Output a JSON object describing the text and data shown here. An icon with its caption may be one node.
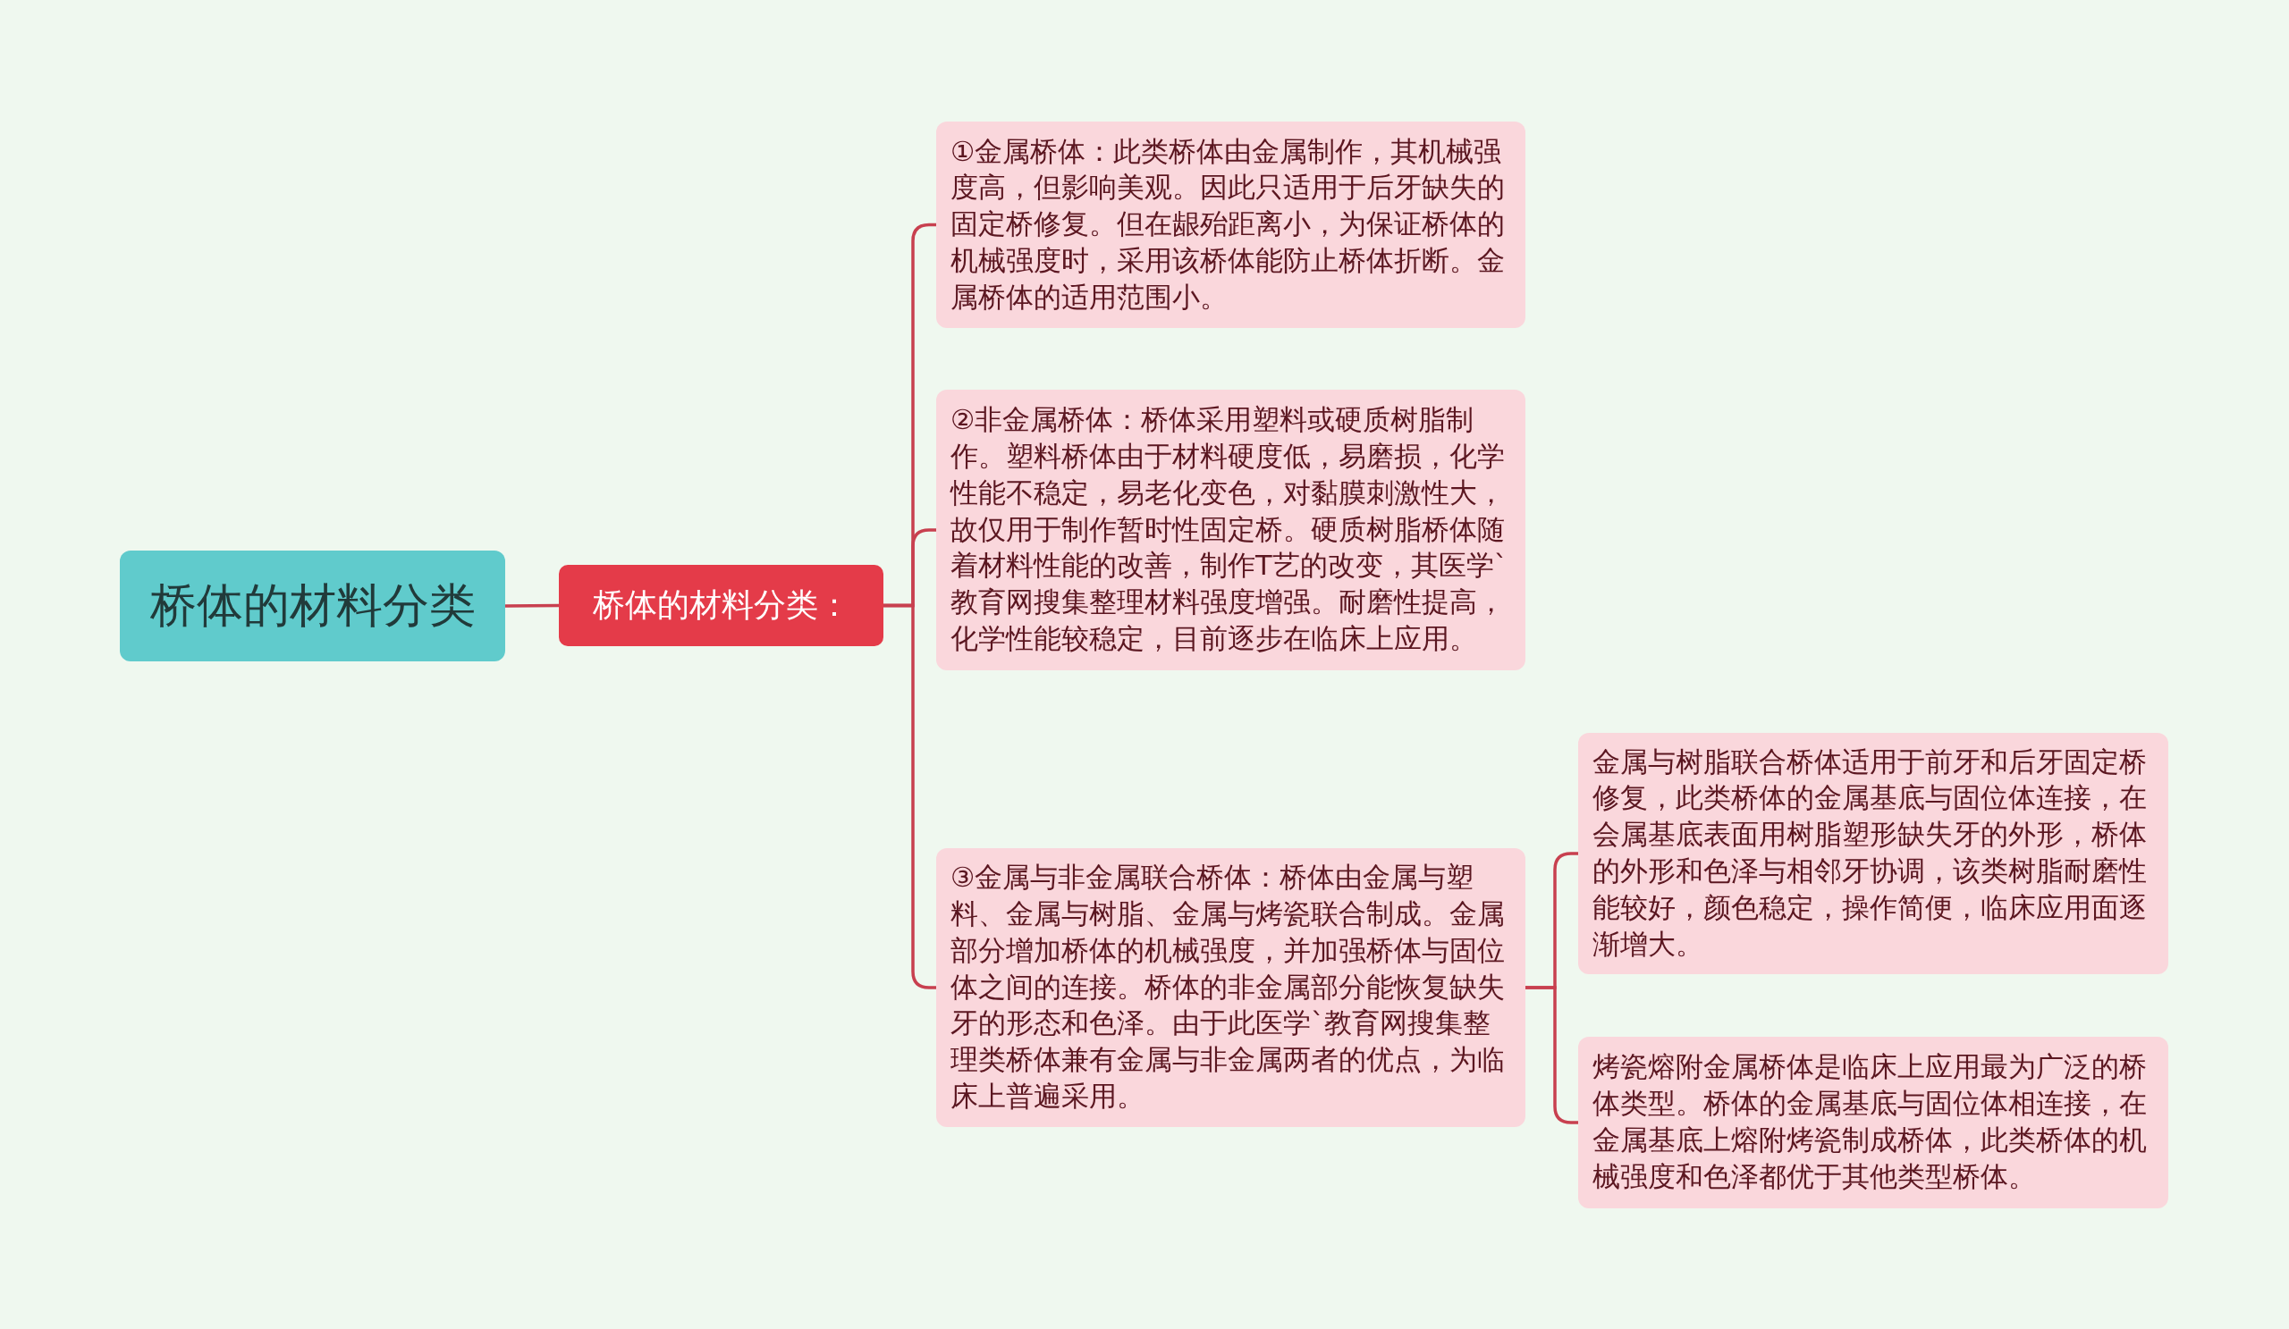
{
  "diagram": {
    "nodes": [
      {
        "text": [
          "桥体的材料分类"
        ]
      },
      {
        "text": [
          "桥体的材料分类："
        ]
      },
      {
        "text": [
          "①金属桥体：此类桥体由金属制作，其机械强度高，但影响美观。因此只适用于后牙缺失的固定桥修复。但在龈殆距离小，为保证桥体的机械强度时，采用该桥体能防止桥体折断。金属桥体的适用范围小。"
        ]
      },
      {
        "text": [
          "②非金属桥体：桥体采用塑料或硬质树脂制作。塑料桥体由于材料硬度低，易磨损，化学性能不稳定，易老化变色，对黏膜刺激性大，故仅用于制作暂时性固定桥。硬质树脂桥体随着材料性能的改善，制作T艺的改变，其医学`教育网搜集整理材料强度增强。耐磨性提高，化学性能较稳定，目前逐步在临床上应用。"
        ]
      },
      {
        "text": [
          "③金属与非金属联合桥体：桥体由金属与塑料、金属与树脂、金属与烤瓷联合制成。金属部分增加桥体的机械强度，并加强桥体与固位体之间的连接。桥体的非金属部分能恢复缺失牙的形态和色泽。由于此医学`教育网搜集整理类桥体兼有金属与非金属两者的优点，为临床上普遍采用。"
        ]
      },
      {
        "text": [
          "金属与树脂联合桥体适用于前牙和后牙固定桥修复，此类桥体的金属基底与固位体连接，在会属基底表面用树脂塑形缺失牙的外形，桥体的外形和色泽与相邻牙协调，该类树脂耐磨性能较好，颜色稳定，操作简便，临床应用面逐渐增大。"
        ]
      },
      {
        "text": [
          "烤瓷熔附金属桥体是临床上应用最为广泛的桥体类型。桥体的金属基底与固位体相连接，在金属基底上熔附烤瓷制成桥体，此类桥体的机械强度和色泽都优于其他类型桥体。"
        ]
      }
    ],
    "edges": [
      {
        "from": 0,
        "to": 1,
        "arrow": "none"
      },
      {
        "from": 1,
        "to": 2,
        "arrow": "none"
      },
      {
        "from": 1,
        "to": 3,
        "arrow": "none"
      },
      {
        "from": 1,
        "to": 4,
        "arrow": "none"
      },
      {
        "from": 4,
        "to": 5,
        "arrow": "none"
      },
      {
        "from": 4,
        "to": 6,
        "arrow": "none"
      }
    ]
  }
}
